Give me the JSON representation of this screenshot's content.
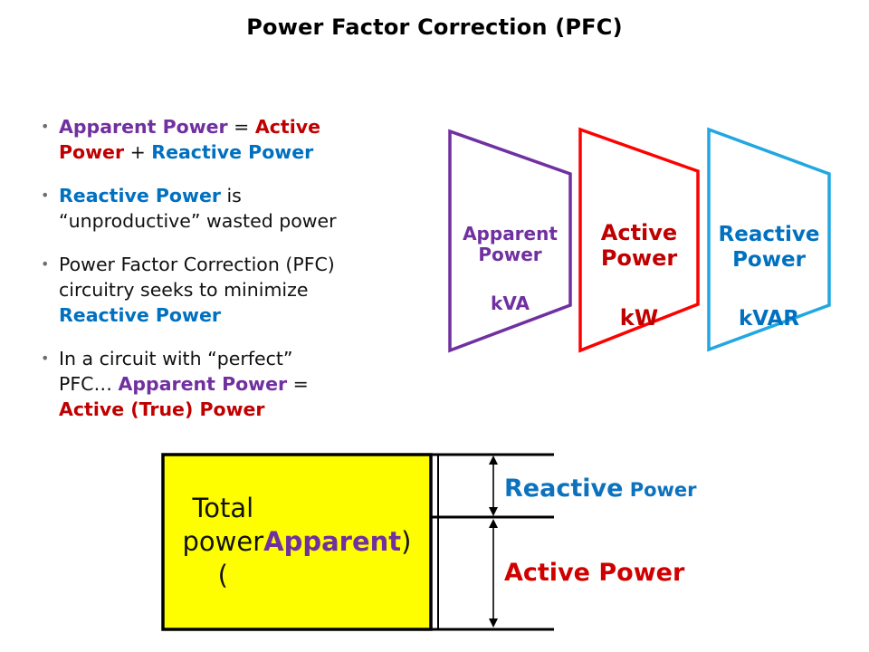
{
  "title": "Power Factor Correction (PFC)",
  "colors": {
    "purple": "#7030A0",
    "dark_red": "#C00000",
    "red_outline": "#FE0000",
    "blue": "#0070C0",
    "cyan_outline": "#22A7E0",
    "yellow_fill": "#FEFE00",
    "black": "#000000"
  },
  "bullets": [
    {
      "segments": [
        {
          "text": "Apparent Power",
          "style": "purple-bold"
        },
        {
          "text": " = ",
          "style": "plain"
        },
        {
          "text": "Active\nPower",
          "style": "darkred-bold"
        },
        {
          "text": " + ",
          "style": "plain"
        },
        {
          "text": "Reactive Power",
          "style": "blue-bold"
        }
      ]
    },
    {
      "segments": [
        {
          "text": "Reactive Power",
          "style": "blue-bold"
        },
        {
          "text": " is\n“unproductive” wasted power",
          "style": "plain"
        }
      ]
    },
    {
      "segments": [
        {
          "text": "Power Factor Correction (PFC)\ncircuitry seeks to minimize\n",
          "style": "plain"
        },
        {
          "text": "Reactive Power",
          "style": "blue-bold"
        }
      ]
    },
    {
      "segments": [
        {
          "text": "In a circuit with “perfect”\nPFC… ",
          "style": "plain"
        },
        {
          "text": "Apparent Power",
          "style": "purple-bold"
        },
        {
          "text": " =\n",
          "style": "plain"
        },
        {
          "text": "Active (True) Power",
          "style": "darkred-bold"
        }
      ]
    }
  ],
  "fins": [
    {
      "label": "Apparent\nPower",
      "unit": "kVA"
    },
    {
      "label": "Active\nPower",
      "unit": "kW"
    },
    {
      "label": "Reactive\nPower",
      "unit": "kVAR"
    }
  ],
  "diagram": {
    "box_segments": [
      {
        "text": "Total\npower\n(",
        "style": "plain"
      },
      {
        "text": "Apparent",
        "style": "purple-bold"
      },
      {
        "text": ")",
        "style": "plain"
      }
    ],
    "reactive_label": {
      "word1": "Reactive",
      "word2": " Power"
    },
    "active_label": "Active Power"
  }
}
